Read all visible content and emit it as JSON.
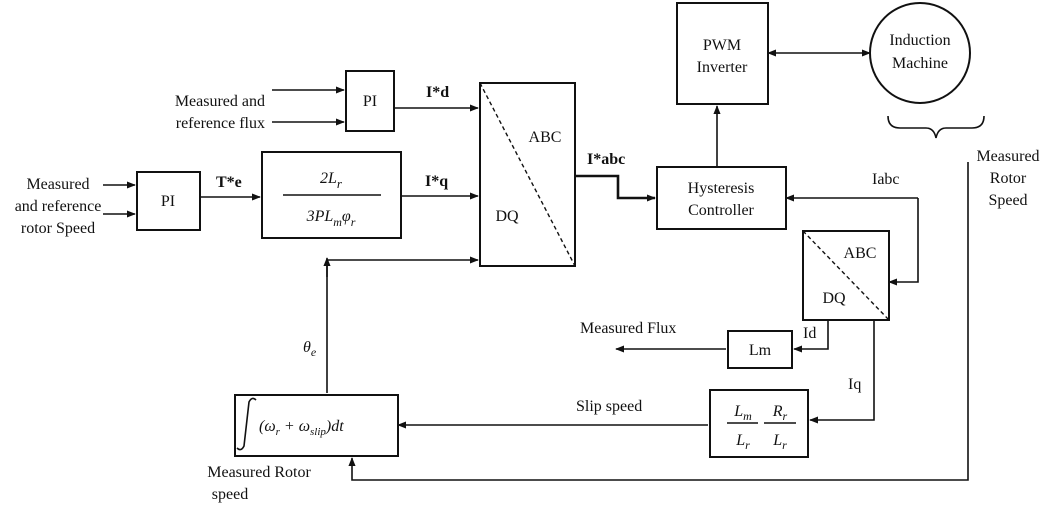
{
  "inputs": {
    "flux_line1": "Measured and",
    "flux_line2": "reference flux",
    "speed_line1": "Measured",
    "speed_line2": "and reference",
    "speed_line3": "rotor Speed"
  },
  "blocks": {
    "pi_flux": "PI",
    "pi_speed": "PI",
    "torque_num": "2L",
    "torque_num_sub": "r",
    "torque_den_a": "3PL",
    "torque_den_m": "m",
    "torque_den_phi": "φ",
    "torque_den_phi_sub": "r",
    "dq_abc_top": "ABC",
    "dq_abc_bottom": "DQ",
    "pwm_line1": "PWM",
    "pwm_line2": "Inverter",
    "machine_line1": "Induction",
    "machine_line2": "Machine",
    "hyst_line1": "Hysteresis",
    "hyst_line2": "Controller",
    "abc_dq_top": "ABC",
    "abc_dq_bottom": "DQ",
    "lm": "Lm",
    "slip_Lm": "L",
    "slip_Lm_sub": "m",
    "slip_Lr1": "L",
    "slip_Lr1_sub": "r",
    "slip_Rr": "R",
    "slip_Rr_sub": "r",
    "slip_Lr2": "L",
    "slip_Lr2_sub": "r",
    "integ_expr_a": "(ω",
    "integ_expr_a_sub": "r",
    "integ_expr_b": " + ω",
    "integ_expr_b_sub": "slip",
    "integ_expr_c": ")dt"
  },
  "signals": {
    "id_ref": "I*d",
    "iq_ref": "I*q",
    "te_ref": "T*e",
    "iabc_ref": "I*abc",
    "iabc": "Iabc",
    "id": "Id",
    "iq": "Iq",
    "theta": "θ",
    "theta_sub": "e",
    "slip_speed": "Slip speed",
    "measured_flux": "Measured Flux"
  },
  "outputs": {
    "meas_rotor_speed_r1": "Measured",
    "meas_rotor_speed_r2": "Rotor",
    "meas_rotor_speed_r3": "Speed",
    "meas_rotor_speed_b1": "Measured Rotor",
    "meas_rotor_speed_b2": "speed"
  }
}
